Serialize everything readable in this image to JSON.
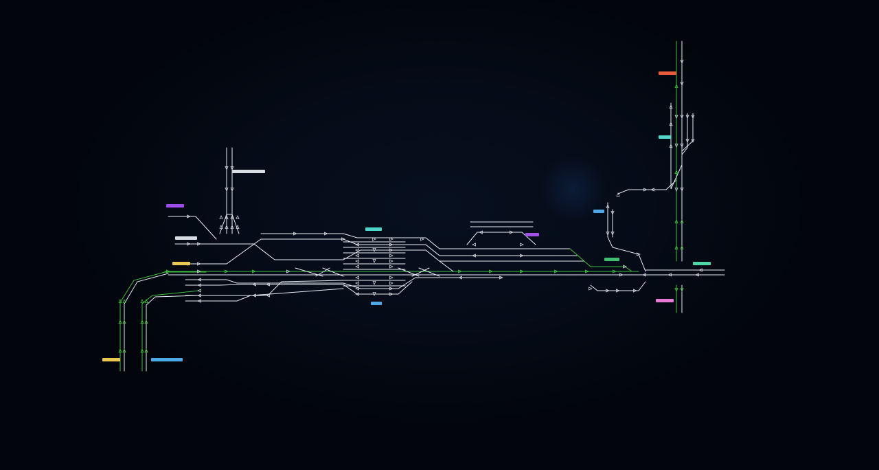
{
  "colors": {
    "background": "#03070f",
    "track": "#e8eef5",
    "track_set": "#3fbf3f",
    "signal": "#c9d1da"
  },
  "labels": [
    {
      "id": "lbl-a",
      "text": "",
      "color": "#9b4fe8"
    },
    {
      "id": "lbl-b",
      "text": "",
      "color": "#d8dde3"
    },
    {
      "id": "lbl-c",
      "text": "",
      "color": "#e8c84f"
    },
    {
      "id": "lbl-d",
      "text": "",
      "color": "#d8dde3"
    },
    {
      "id": "lbl-e",
      "text": "",
      "color": "#4fd6c8"
    },
    {
      "id": "lbl-f",
      "text": "",
      "color": "#a24fe8"
    },
    {
      "id": "lbl-g",
      "text": "",
      "color": "#4fa8e8"
    },
    {
      "id": "lbl-h",
      "text": "",
      "color": "#e85a3a"
    },
    {
      "id": "lbl-i",
      "text": "",
      "color": "#4fd6c8"
    },
    {
      "id": "lbl-j",
      "text": "",
      "color": "#4fa8e8"
    },
    {
      "id": "lbl-k",
      "text": "",
      "color": "#3fbf6f"
    },
    {
      "id": "lbl-l",
      "text": "",
      "color": "#4fd6a8"
    },
    {
      "id": "lbl-m",
      "text": "",
      "color": "#e87ad6"
    },
    {
      "id": "lbl-n",
      "text": "",
      "color": "#e8c84f"
    },
    {
      "id": "lbl-o",
      "text": "",
      "color": "#4fa8e8"
    }
  ]
}
